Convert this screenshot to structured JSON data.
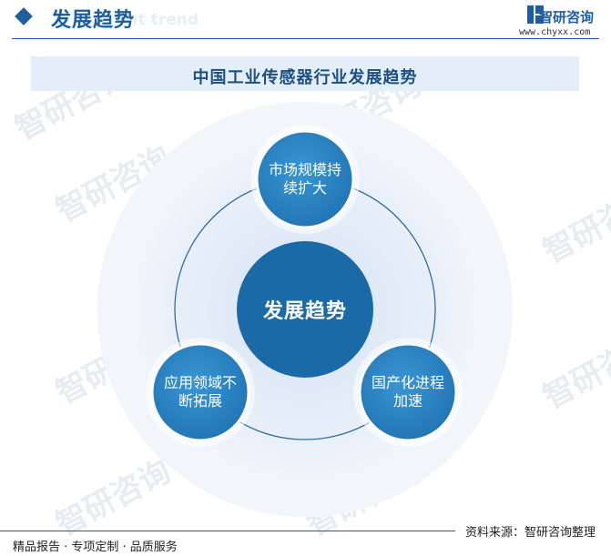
{
  "header": {
    "title": "发展趋势",
    "subtitle": "ent trend",
    "brand_name": "智研咨询",
    "brand_url": "www.chyxx.com"
  },
  "banner": {
    "title": "中国工业传感器行业发展趋势"
  },
  "diagram": {
    "center": "发展趋势",
    "nodes": [
      {
        "lines": [
          "市场规模持",
          "续扩大"
        ]
      },
      {
        "lines": [
          "应用领域不",
          "断拓展"
        ]
      },
      {
        "lines": [
          "国产化进程",
          "加速"
        ]
      }
    ]
  },
  "watermark": {
    "text": "智研咨询"
  },
  "footer": {
    "left": "精品报告 · 专项定制 · 品质服务",
    "right": "资料来源：智研咨询整理"
  },
  "colors": {
    "primary": "#1f5f9f",
    "node_fill": "#2f86c5",
    "center_fill": "#1b6aa8",
    "ring": "#2c6fa8",
    "halo": "#e3ecf7"
  }
}
